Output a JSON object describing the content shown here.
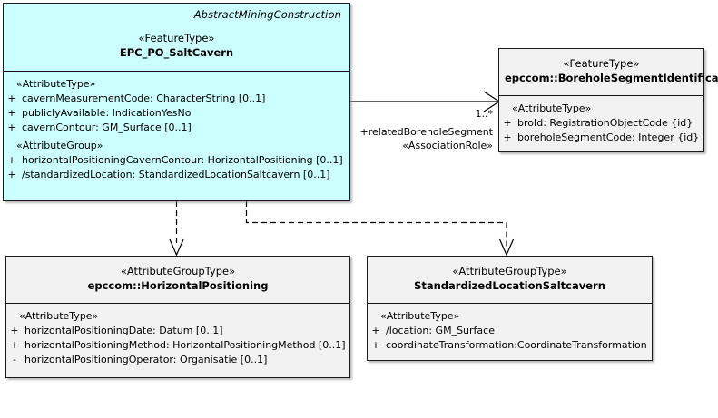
{
  "diagram": {
    "type": "uml-class-diagram",
    "background": "#ffffff",
    "accent_fill": "#ccffff",
    "neutral_fill": "#f2f2f2",
    "border_color": "#1a1a1a"
  },
  "classes": {
    "salt_cavern": {
      "abstract_parent": "AbstractMiningConstruction",
      "stereotype": "«FeatureType»",
      "name": "EPC_PO_SaltCavern",
      "compartments": [
        {
          "stereotype": "«AttributeType»",
          "attributes": [
            {
              "visibility": "+",
              "text": "cavernMeasurementCode: CharacterString [0..1]"
            },
            {
              "visibility": "+",
              "text": "publiclyAvailable: IndicationYesNo"
            },
            {
              "visibility": "+",
              "text": "cavernContour: GM_Surface [0..1]"
            }
          ]
        },
        {
          "stereotype": "«AttributeGroup»",
          "attributes": [
            {
              "visibility": "+",
              "text": "horizontalPositioningCavernContour: HorizontalPositioning [0..1]"
            },
            {
              "visibility": "+",
              "text": "/standardizedLocation: StandardizedLocationSaltcavern [0..1]"
            }
          ]
        }
      ]
    },
    "borehole_segment_identification": {
      "stereotype": "«FeatureType»",
      "name": "epccom::BoreholeSegmentIdentification",
      "compartments": [
        {
          "stereotype": "«AttributeType»",
          "attributes": [
            {
              "visibility": "+",
              "text": "broId: RegistrationObjectCode {id}"
            },
            {
              "visibility": "+",
              "text": "boreholeSegmentCode: Integer {id}"
            }
          ]
        }
      ]
    },
    "horizontal_positioning": {
      "stereotype": "«AttributeGroupType»",
      "name": "epccom::HorizontalPositioning",
      "compartments": [
        {
          "stereotype": "«AttributeType»",
          "attributes": [
            {
              "visibility": "+",
              "text": "horizontalPositioningDate: Datum [0..1]"
            },
            {
              "visibility": "+",
              "text": "horizontalPositioningMethod: HorizontalPositioningMethod [0..1]"
            },
            {
              "visibility": "-",
              "text": "horizontalPositioningOperator: Organisatie [0..1]"
            }
          ]
        }
      ]
    },
    "standardized_location_saltcavern": {
      "stereotype": "«AttributeGroupType»",
      "name": "StandardizedLocationSaltcavern",
      "compartments": [
        {
          "stereotype": "«AttributeType»",
          "attributes": [
            {
              "visibility": "+",
              "text": "/location: GM_Surface"
            },
            {
              "visibility": "+",
              "text": "coordinateTransformation:CoordinateTransformation"
            }
          ]
        }
      ]
    }
  },
  "associations": {
    "related_borehole_segment": {
      "multiplicity": "1..*",
      "role_name": "+relatedBoreholeSegment",
      "stereotype": "«AssociationRole»"
    }
  }
}
